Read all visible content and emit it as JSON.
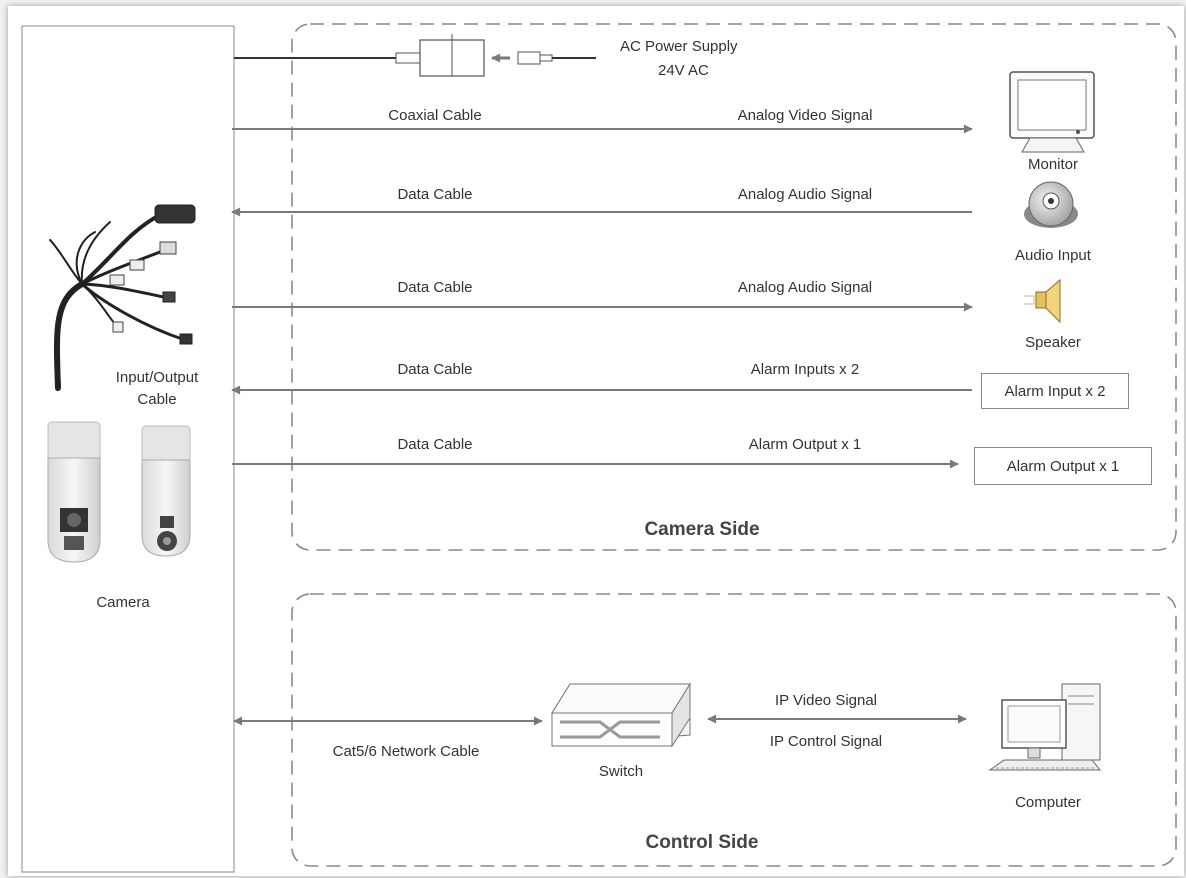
{
  "camera_side": {
    "title": "Camera Side",
    "power": {
      "label": "AC Power Supply",
      "voltage": "24V AC"
    },
    "connections": [
      {
        "cable": "Coaxial Cable",
        "signal": "Analog Video Signal",
        "direction": "to-device",
        "device": "Monitor"
      },
      {
        "cable": "Data Cable",
        "signal": "Analog Audio Signal",
        "direction": "to-camera",
        "device": "Audio Input"
      },
      {
        "cable": "Data Cable",
        "signal": "Analog Audio Signal",
        "direction": "to-device",
        "device": "Speaker"
      },
      {
        "cable": "Data Cable",
        "signal": "Alarm Inputs x 2",
        "direction": "to-camera",
        "device": "Alarm Input x 2"
      },
      {
        "cable": "Data Cable",
        "signal": "Alarm Output x 1",
        "direction": "to-device",
        "device": "Alarm Output x 1"
      }
    ]
  },
  "left_panel": {
    "io_cable_label": "Input/Output Cable",
    "io_line1": "Input/Output",
    "io_line2": "Cable",
    "camera_label": "Camera"
  },
  "control_side": {
    "title": "Control Side",
    "network_cable": "Cat5/6 Network Cable",
    "switch_label": "Switch",
    "signal1": "IP Video Signal",
    "signal2": "IP Control Signal",
    "computer_label": "Computer"
  },
  "colors": {
    "line": "#7a7a7a",
    "dash": "#8a8a8a",
    "text": "#333333"
  }
}
